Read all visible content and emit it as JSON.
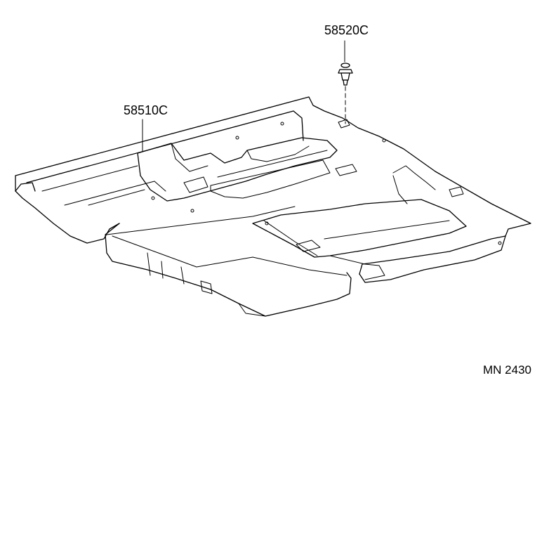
{
  "diagram": {
    "parts": [
      {
        "part_number": "58510C",
        "part": "floor carpet"
      },
      {
        "part_number": "58520C",
        "part": "clip"
      }
    ],
    "reference_code": "MN 2430"
  }
}
